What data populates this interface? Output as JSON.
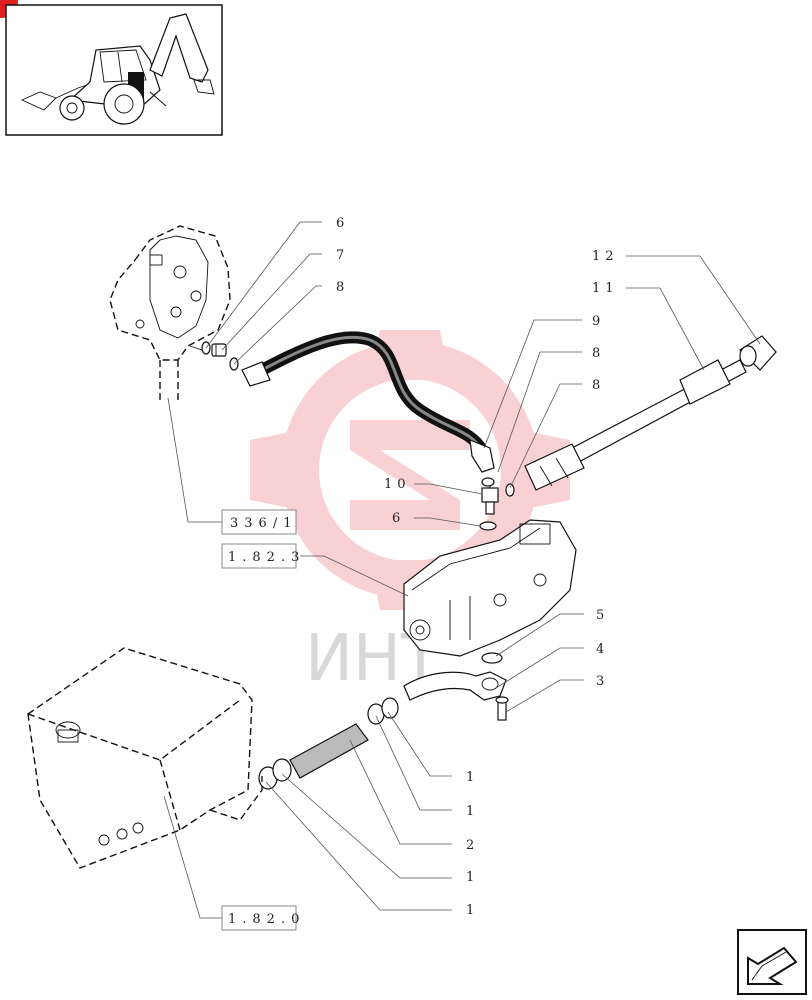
{
  "callouts": [
    {
      "id": "c6a",
      "label": "6"
    },
    {
      "id": "c7",
      "label": "7"
    },
    {
      "id": "c8a",
      "label": "8"
    },
    {
      "id": "c9",
      "label": "9"
    },
    {
      "id": "c8b",
      "label": "8"
    },
    {
      "id": "c8c",
      "label": "8"
    },
    {
      "id": "c12",
      "label": "12"
    },
    {
      "id": "c11",
      "label": "11"
    },
    {
      "id": "c10",
      "label": "10"
    },
    {
      "id": "c6b",
      "label": "6"
    },
    {
      "id": "c5",
      "label": "5"
    },
    {
      "id": "c4",
      "label": "4"
    },
    {
      "id": "c3",
      "label": "3"
    },
    {
      "id": "c1a",
      "label": "1"
    },
    {
      "id": "c1b",
      "label": "1"
    },
    {
      "id": "c2",
      "label": "2"
    },
    {
      "id": "c1c",
      "label": "1"
    },
    {
      "id": "c1d",
      "label": "1"
    }
  ],
  "references": [
    {
      "id": "r1",
      "label": "336/1"
    },
    {
      "id": "r2",
      "label": "1.82.3"
    },
    {
      "id": "r3",
      "label": "1.82.0"
    }
  ],
  "watermark": {
    "text": "ИНТ",
    "color": "#e8333a"
  },
  "icons": {
    "thumbnail": "backhoe-loader-icon",
    "nav": "next-page-arrow-icon",
    "corner": "red-corner-badge"
  }
}
